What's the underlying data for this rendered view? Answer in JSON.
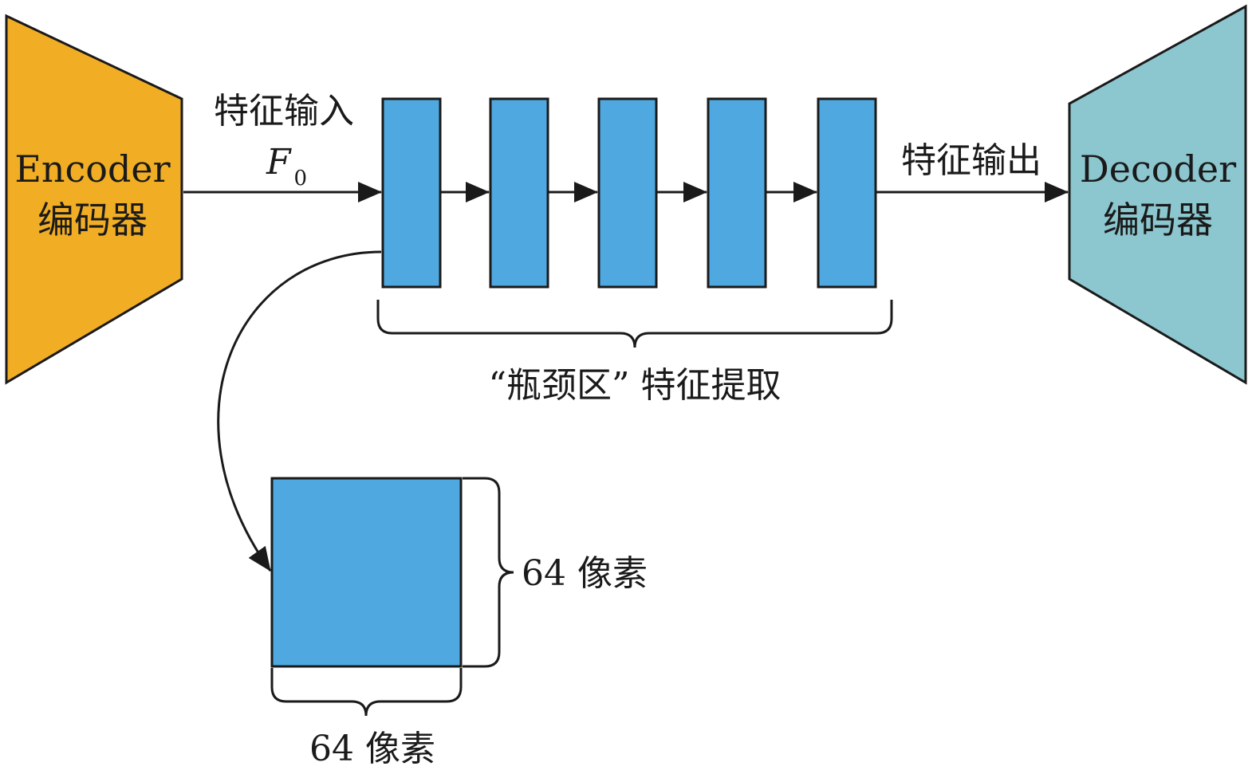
{
  "colors": {
    "encoder_fill": "#F1AE25",
    "decoder_fill": "#8CC6CF",
    "block_fill": "#4FA9E0",
    "line": "#1a1a1a"
  },
  "encoder": {
    "line1": "Encoder",
    "line2": "编码器"
  },
  "decoder": {
    "line1": "Decoder",
    "line2": "编码器"
  },
  "feature_input": {
    "label": "特征输入",
    "symbol": "F",
    "subscript": "0"
  },
  "feature_output": {
    "label": "特征输出"
  },
  "bottleneck": {
    "label": "“瓶颈区” 特征提取",
    "block_count": 5
  },
  "feature_map": {
    "height_label": "64 像素",
    "width_label": "64 像素"
  }
}
